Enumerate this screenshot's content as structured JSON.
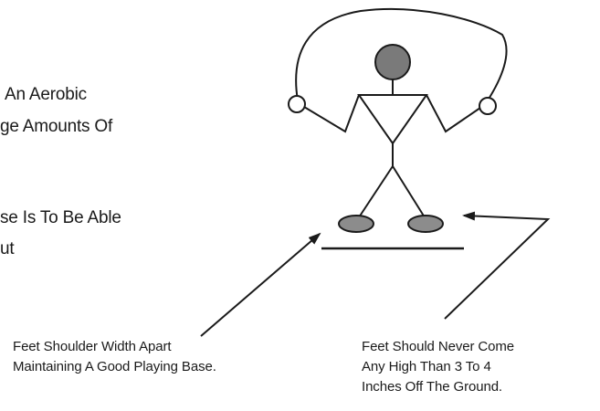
{
  "left_text": {
    "line1": "An Aerobic",
    "line2": "ge Amounts Of",
    "line3": "se Is To Be Able",
    "line4": "ut"
  },
  "captions": {
    "feet_width": "Feet Shoulder Width Apart\nMaintaining A Good Playing Base.",
    "feet_height": "Feet Should Never Come\nAny High Than 3 To 4\nInches Off The Ground."
  },
  "colors": {
    "head_fill": "#7a7a7a",
    "foot_fill": "#8c8c8c",
    "line": "#1a1a1a",
    "handle_fill": "#ffffff"
  }
}
